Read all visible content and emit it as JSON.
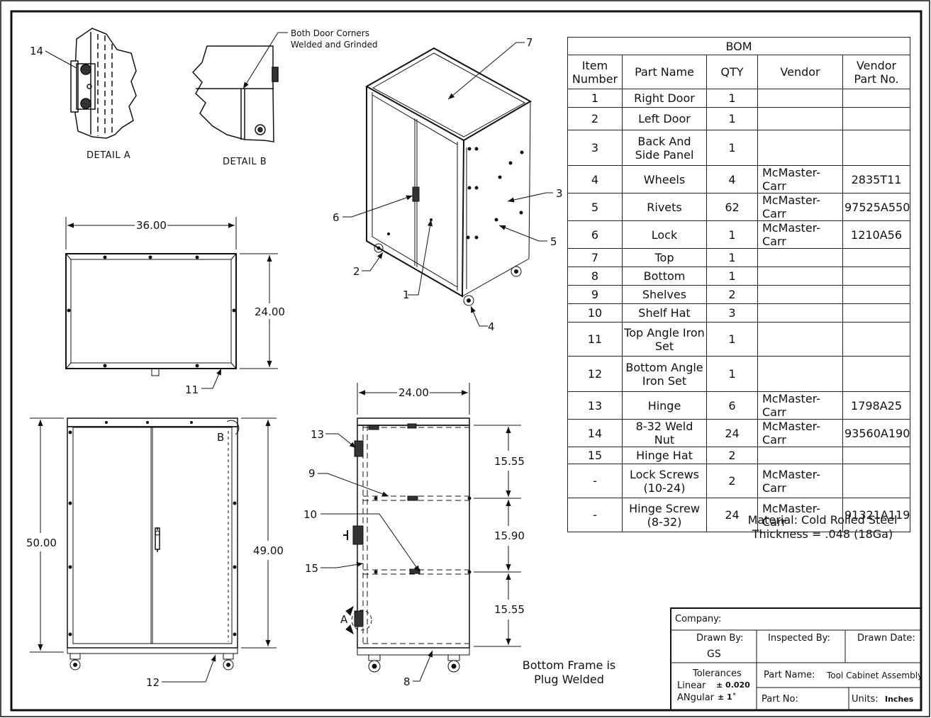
{
  "details": {
    "detail_a": "DETAIL A",
    "detail_b": "DETAIL B",
    "note_corners_line1": "Both Door Corners",
    "note_corners_line2": "Welded and Grinded"
  },
  "dimensions": {
    "top_width": "36.00",
    "top_depth": "24.00",
    "front_height_overall": "50.00",
    "front_height_body": "49.00",
    "side_depth": "24.00",
    "shelf_spacing_top": "15.55",
    "shelf_spacing_mid": "15.90",
    "shelf_spacing_bottom": "15.55"
  },
  "callouts": {
    "c1": "1",
    "c2": "2",
    "c3": "3",
    "c4": "4",
    "c5": "5",
    "c6": "6",
    "c7": "7",
    "c8": "8",
    "c9": "9",
    "c10": "10",
    "c11": "11",
    "c12": "12",
    "c13": "13",
    "c14": "14",
    "c15": "15",
    "detail_a_marker": "A",
    "detail_b_marker": "B"
  },
  "bom": {
    "title": "BOM",
    "headers": [
      "Item Number",
      "Part Name",
      "QTY",
      "Vendor",
      "Vendor Part No."
    ],
    "rows": [
      {
        "item": "1",
        "name": "Right Door",
        "qty": "1",
        "vendor": "",
        "vpn": ""
      },
      {
        "item": "2",
        "name": "Left Door",
        "qty": "1",
        "vendor": "",
        "vpn": ""
      },
      {
        "item": "3",
        "name": "Back And Side Panel",
        "qty": "1",
        "vendor": "",
        "vpn": ""
      },
      {
        "item": "4",
        "name": "Wheels",
        "qty": "4",
        "vendor": "McMaster-Carr",
        "vpn": "2835T11"
      },
      {
        "item": "5",
        "name": "Rivets",
        "qty": "62",
        "vendor": "McMaster-Carr",
        "vpn": "97525A550"
      },
      {
        "item": "6",
        "name": "Lock",
        "qty": "1",
        "vendor": "McMaster-Carr",
        "vpn": "1210A56"
      },
      {
        "item": "7",
        "name": "Top",
        "qty": "1",
        "vendor": "",
        "vpn": ""
      },
      {
        "item": "8",
        "name": "Bottom",
        "qty": "1",
        "vendor": "",
        "vpn": ""
      },
      {
        "item": "9",
        "name": "Shelves",
        "qty": "2",
        "vendor": "",
        "vpn": ""
      },
      {
        "item": "10",
        "name": "Shelf Hat",
        "qty": "3",
        "vendor": "",
        "vpn": ""
      },
      {
        "item": "11",
        "name": "Top Angle Iron Set",
        "qty": "1",
        "vendor": "",
        "vpn": ""
      },
      {
        "item": "12",
        "name": "Bottom Angle Iron Set",
        "qty": "1",
        "vendor": "",
        "vpn": ""
      },
      {
        "item": "13",
        "name": "Hinge",
        "qty": "6",
        "vendor": "McMaster-Carr",
        "vpn": "1798A25"
      },
      {
        "item": "14",
        "name": "8-32 Weld Nut",
        "qty": "24",
        "vendor": "McMaster-Carr",
        "vpn": "93560A190"
      },
      {
        "item": "15",
        "name": "Hinge Hat",
        "qty": "2",
        "vendor": "",
        "vpn": ""
      },
      {
        "item": "-",
        "name": "Lock Screws (10-24)",
        "qty": "2",
        "vendor": "McMaster-Carr",
        "vpn": ""
      },
      {
        "item": "-",
        "name": "Hinge Screw (8-32)",
        "qty": "24",
        "vendor": "McMaster-Carr",
        "vpn": "91321A119"
      }
    ]
  },
  "notes": {
    "material_line1": "Material: Cold Rolled Steel",
    "material_line2": "Thickness = .048 (18Ga)",
    "bottom_frame_line1": "Bottom Frame is",
    "bottom_frame_line2": "Plug Welded"
  },
  "title_block": {
    "company_label": "Company:",
    "drawn_by_label": "Drawn By:",
    "drawn_by_value": "GS",
    "inspected_by_label": "Inspected By:",
    "drawn_date_label": "Drawn Date:",
    "tolerances_label": "Tolerances",
    "linear_label": "Linear",
    "linear_value": "± 0.020",
    "angular_label": "ANgular",
    "angular_value": "± 1˚",
    "part_name_label": "Part Name:",
    "part_name_value": "Tool Cabinet Assembly",
    "part_no_label": "Part No:",
    "units_label": "Units:",
    "units_value": "Inches"
  }
}
